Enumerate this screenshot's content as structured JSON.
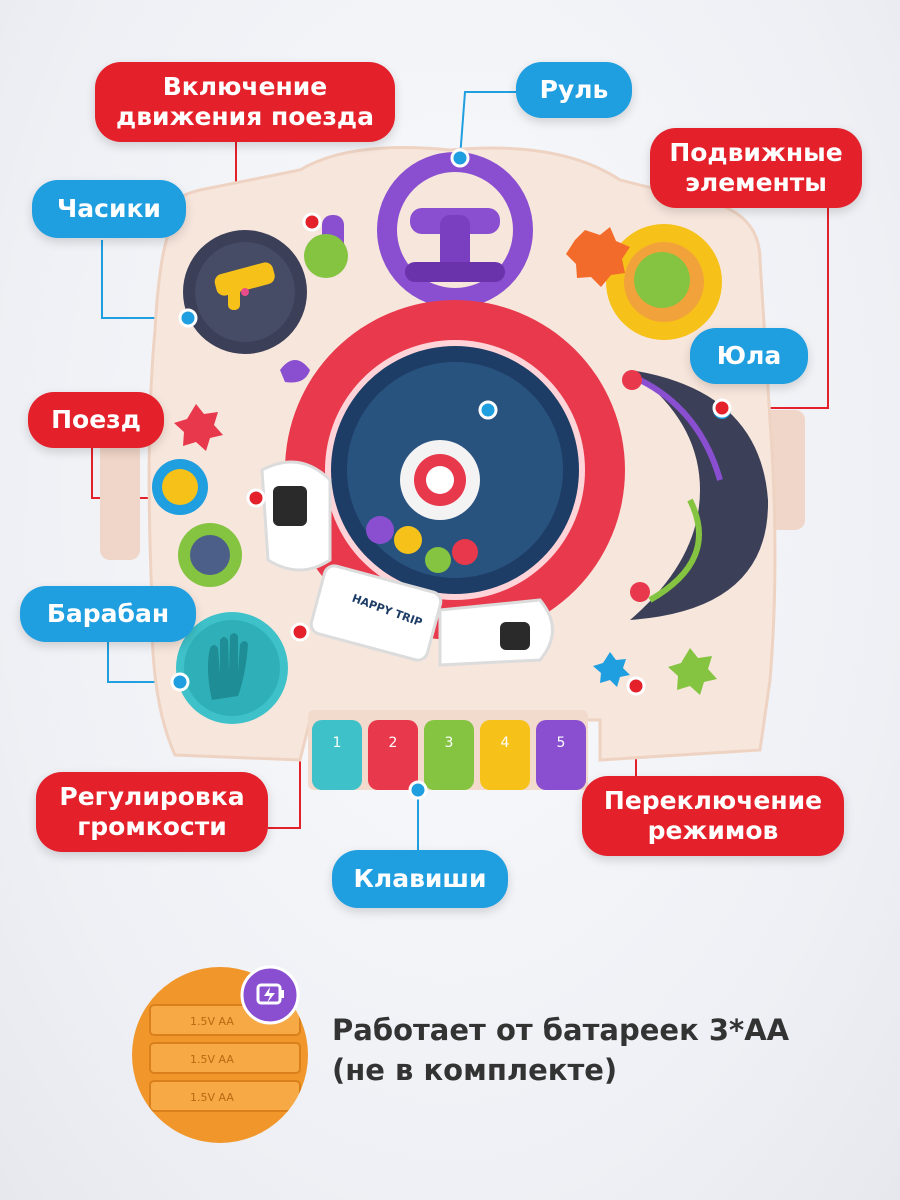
{
  "labels": {
    "train_motion": "Включение\nдвижения поезда",
    "wheel": "Руль",
    "moving_parts": "Подвижные\nэлементы",
    "clock": "Часики",
    "top": "Юла",
    "train": "Поезд",
    "drum": "Барабан",
    "volume": "Регулировка\nгромкости",
    "mode_switch": "Переключение\nрежимов",
    "keys": "Клавиши"
  },
  "train_sign": "HAPPY TRIP",
  "piano_keys": [
    "1",
    "2",
    "3",
    "4",
    "5"
  ],
  "battery": {
    "line1": "Работает от батареек 3*AA",
    "line2": "(не в комплекте)",
    "cell_label": "1.5V AA"
  },
  "colors": {
    "red_label": "#e4202a",
    "blue_label": "#1f9ee0",
    "board": "#f7e6dc",
    "purple": "#8a4fd0"
  }
}
